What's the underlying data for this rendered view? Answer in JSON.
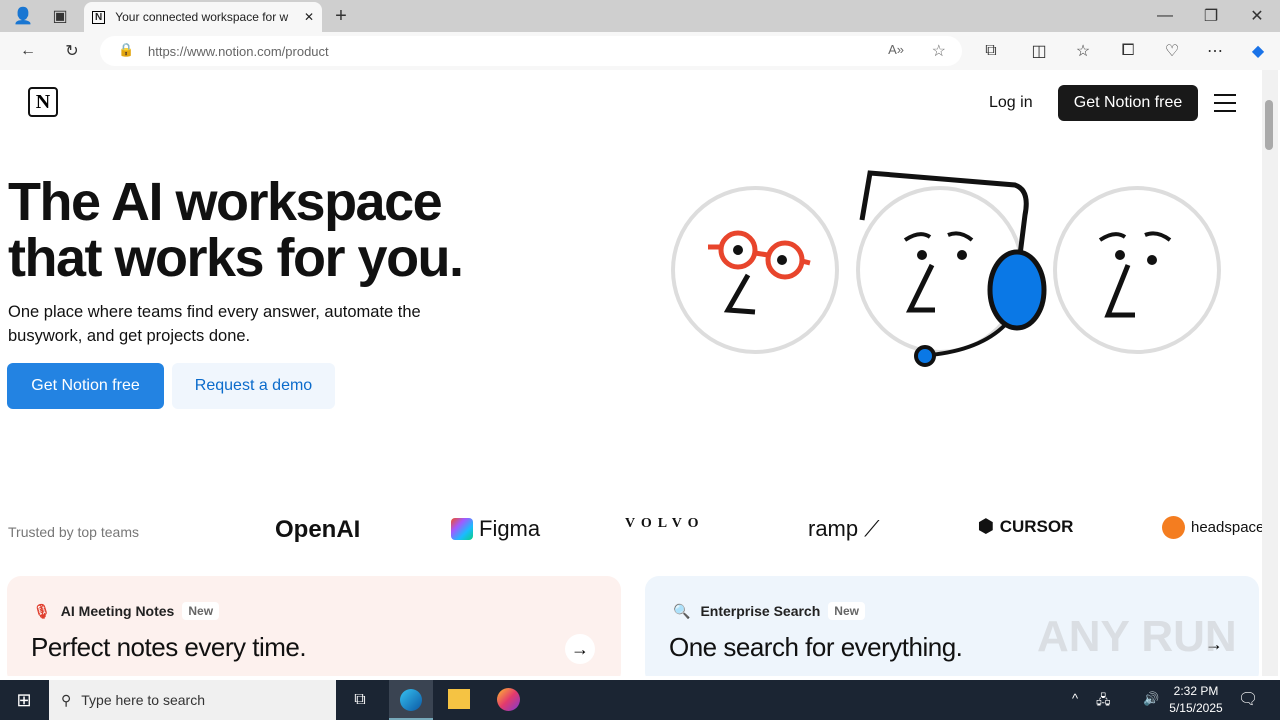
{
  "browser": {
    "tab_title": "Your connected workspace for w",
    "url": "https://www.notion.com/product"
  },
  "nav": {
    "login": "Log in",
    "cta": "Get Notion free"
  },
  "hero": {
    "title_line1": "The AI workspace",
    "title_line2": "that works for you.",
    "subtitle": "One place where teams find every answer, automate the busywork, and get projects done.",
    "primary_button": "Get Notion free",
    "secondary_button": "Request a demo"
  },
  "trusted": {
    "label": "Trusted by top teams",
    "logos": [
      "OpenAI",
      "Figma",
      "VOLVO",
      "ramp",
      "CURSOR",
      "headspace"
    ]
  },
  "cards": [
    {
      "tag": "AI Meeting Notes",
      "badge": "New",
      "title": "Perfect notes every time.",
      "bg": "#fdf1ee"
    },
    {
      "tag": "Enterprise Search",
      "badge": "New",
      "title": "One search for everything.",
      "bg": "#eef5fc"
    }
  ],
  "taskbar": {
    "search_placeholder": "Type here to search",
    "time": "2:32 PM",
    "date": "5/15/2025"
  },
  "watermark": "ANY RUN",
  "colors": {
    "accent": "#2383e2",
    "dark": "#191919"
  }
}
